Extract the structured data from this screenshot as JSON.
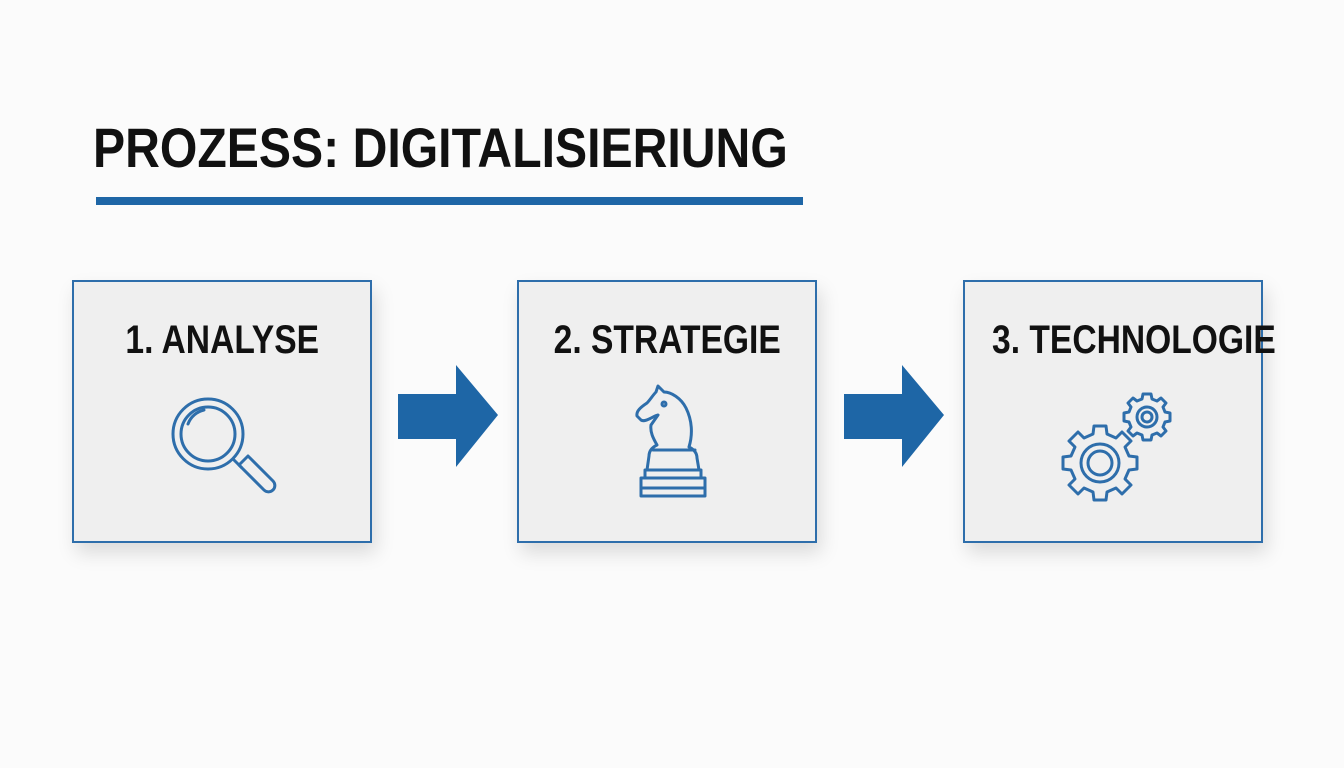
{
  "title": "PROZESS: DIGITALISIERIUNG",
  "colors": {
    "accent": "#1e66a6",
    "box_fill": "#efefef",
    "box_border": "#2e6eab",
    "text": "#111111"
  },
  "steps": [
    {
      "label": "1. ANALYSE",
      "icon": "magnifying-glass-icon"
    },
    {
      "label": "2. STRATEGIE",
      "icon": "chess-knight-icon"
    },
    {
      "label": "3. TECHNOLOGIE",
      "icon": "gears-icon"
    }
  ]
}
